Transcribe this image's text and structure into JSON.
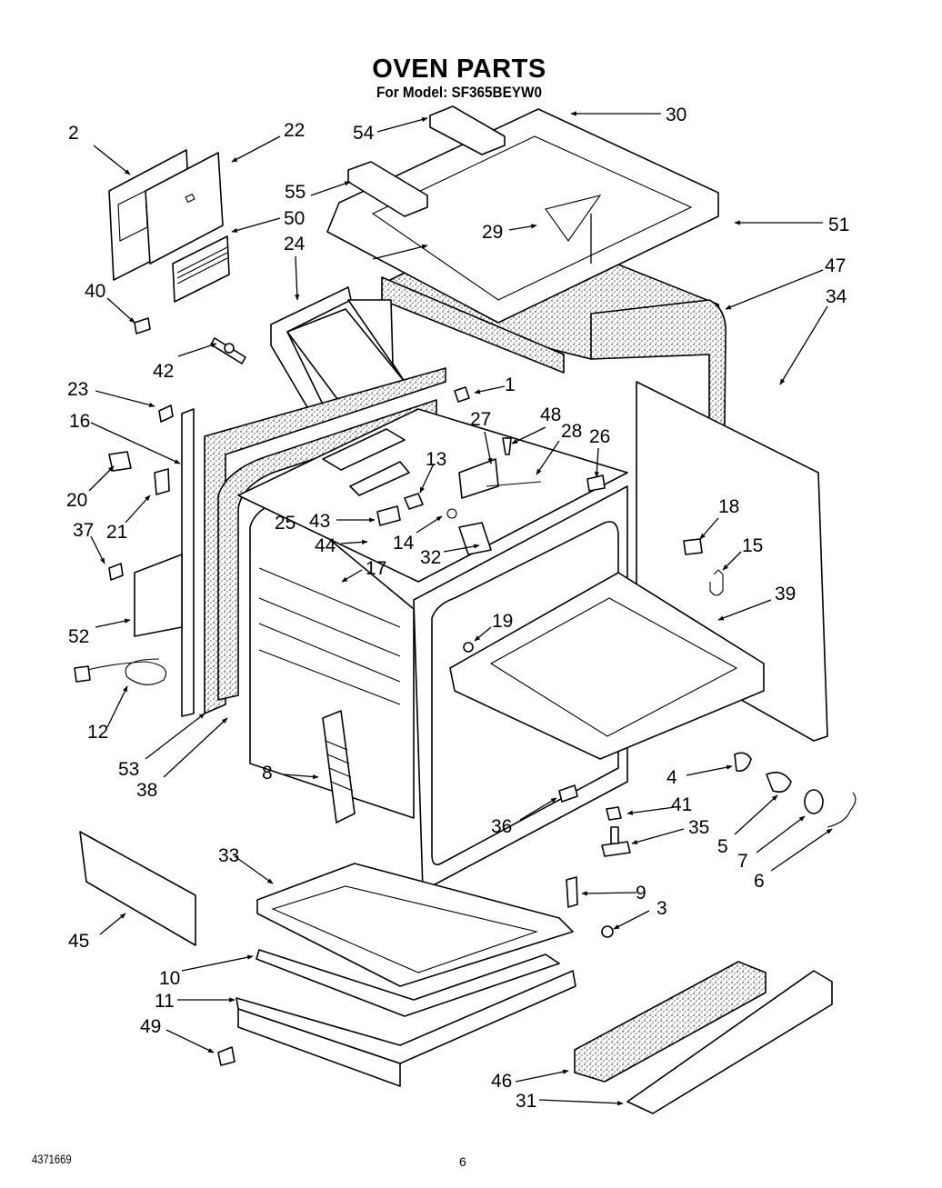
{
  "header": {
    "title": "OVEN PARTS",
    "subtitle": "For Model: SF365BEYW0"
  },
  "footer": {
    "document_number": "4371669",
    "page_number": "6"
  },
  "callouts": {
    "c1": "1",
    "c2": "2",
    "c3": "3",
    "c4": "4",
    "c5": "5",
    "c6": "6",
    "c7": "7",
    "c8": "8",
    "c9": "9",
    "c10": "10",
    "c11": "11",
    "c12": "12",
    "c13": "13",
    "c14": "14",
    "c15": "15",
    "c16": "16",
    "c17": "17",
    "c18": "18",
    "c19": "19",
    "c20": "20",
    "c21": "21",
    "c22": "22",
    "c23": "23",
    "c24": "24",
    "c25": "25",
    "c26": "26",
    "c27": "27",
    "c28": "28",
    "c29": "29",
    "c30": "30",
    "c31": "31",
    "c32": "32",
    "c33": "33",
    "c34": "34",
    "c35": "35",
    "c36": "36",
    "c37": "37",
    "c38": "38",
    "c39": "39",
    "c40": "40",
    "c41": "41",
    "c42": "42",
    "c43": "43",
    "c44": "44",
    "c45": "45",
    "c46": "46",
    "c47": "47",
    "c48": "48",
    "c49": "49",
    "c50": "50",
    "c51": "51",
    "c52": "52",
    "c53": "53",
    "c54": "54",
    "c55": "55"
  }
}
